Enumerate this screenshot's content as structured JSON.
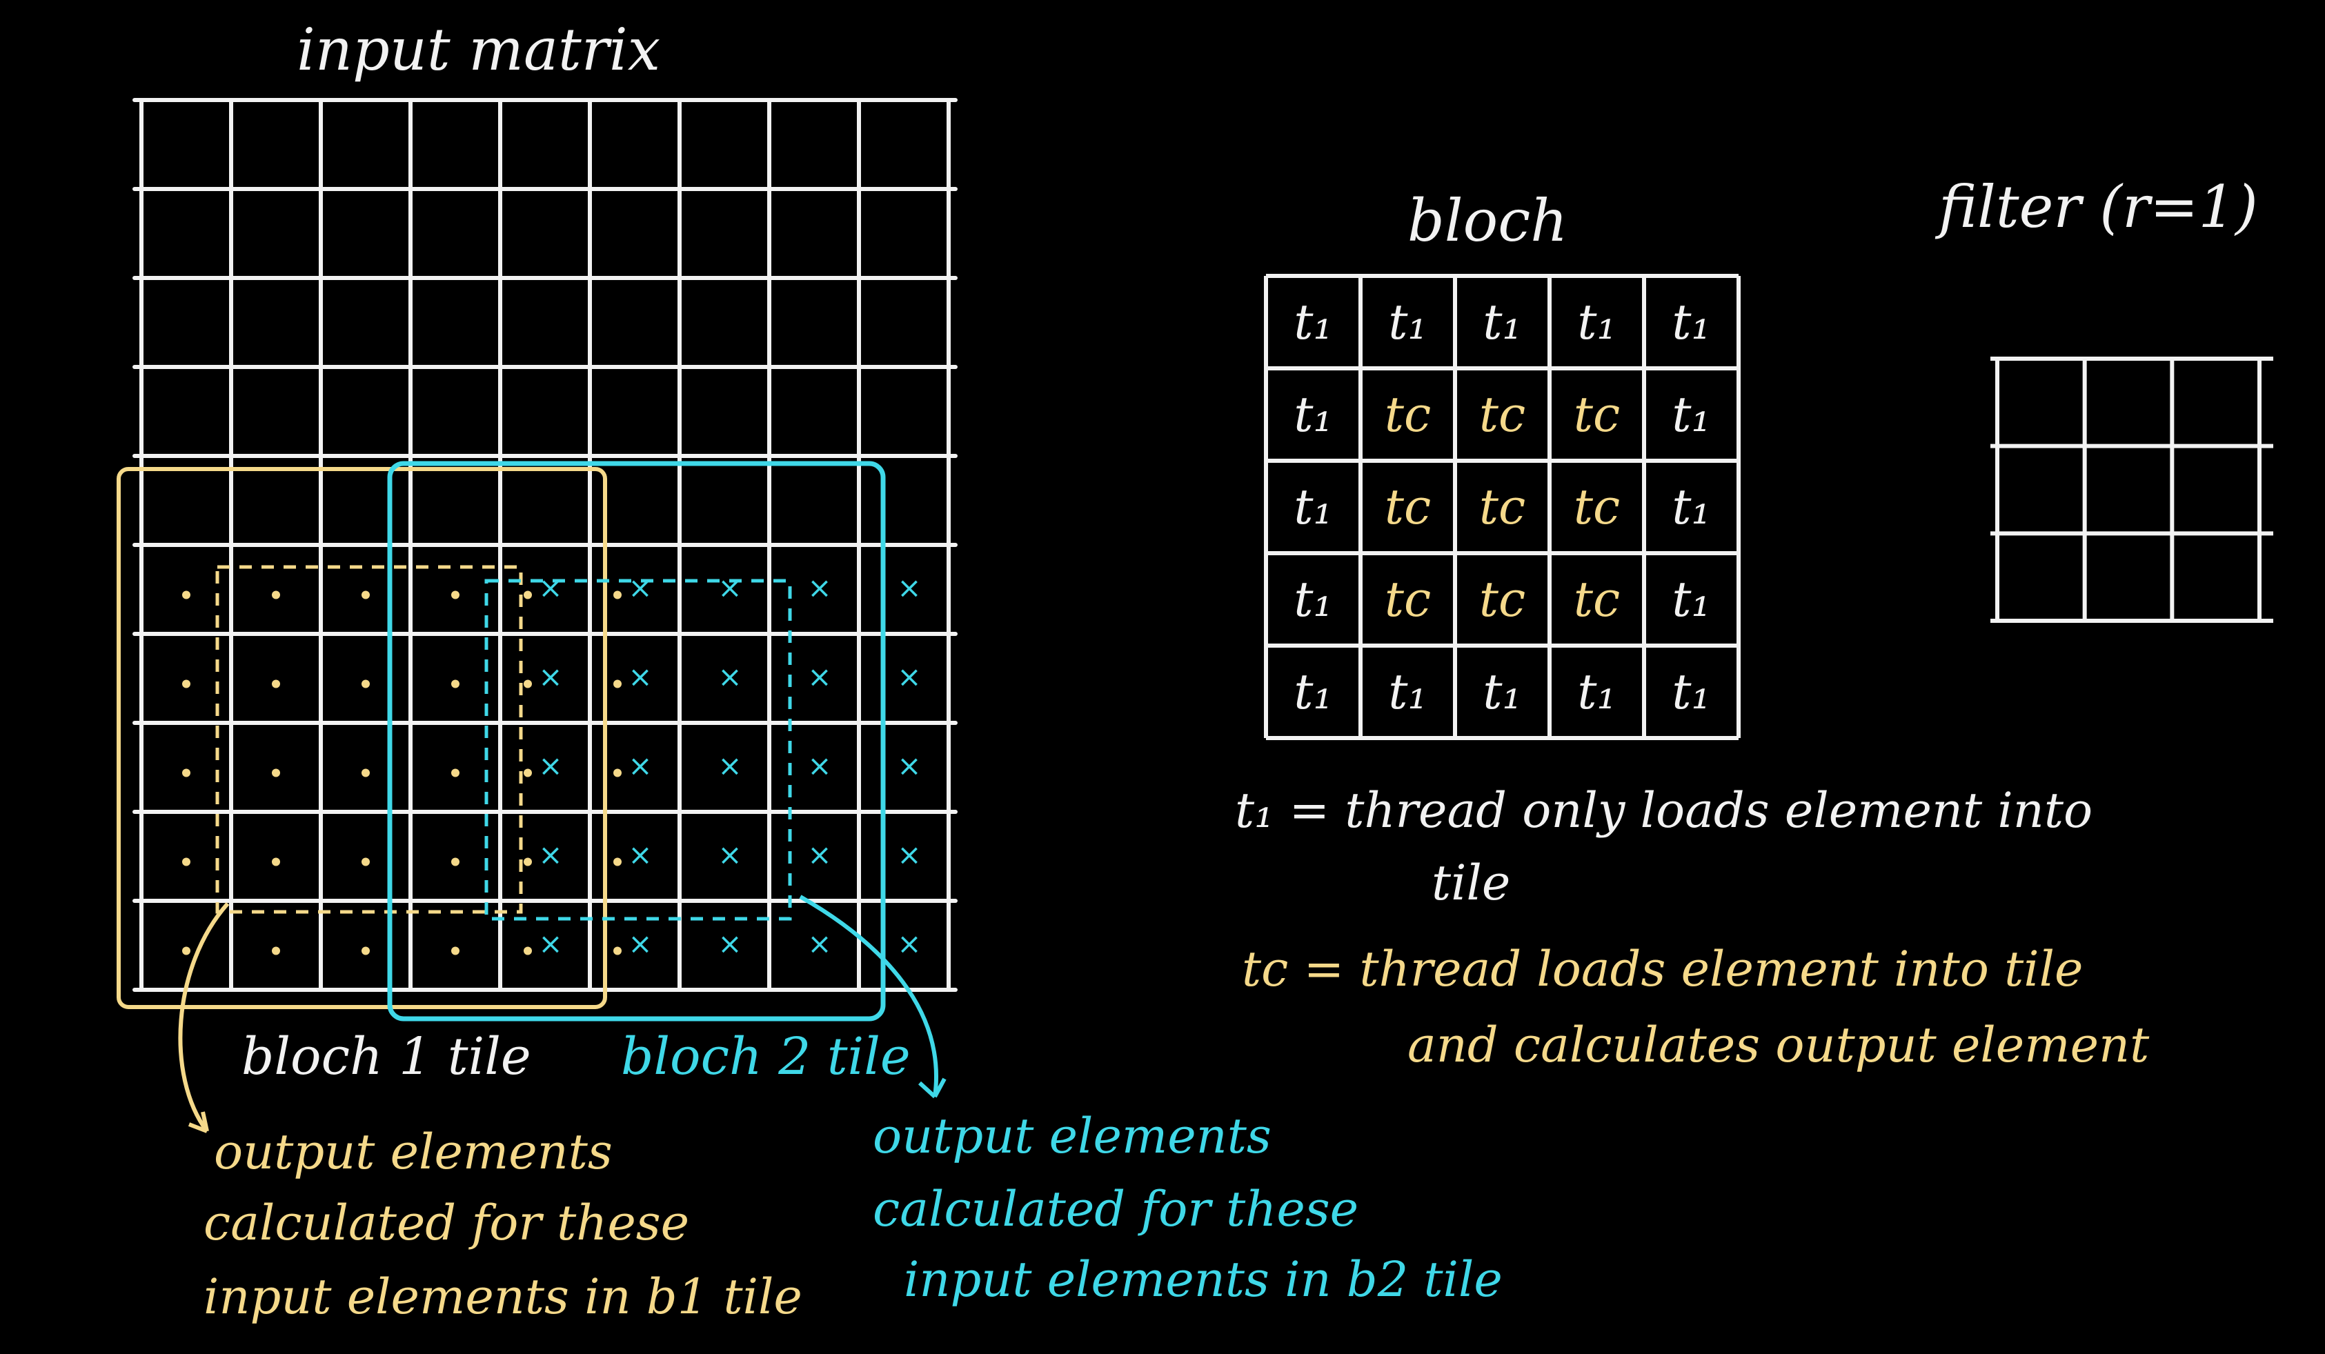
{
  "labels": {
    "input_matrix": "input matrix",
    "block": "bloch",
    "filter": "filter (r=1)",
    "block1_tile": "bloch 1 tile",
    "block2_tile": "bloch 2 tile",
    "b1_note": [
      "output elements",
      "calculated for these",
      "input elements in b1 tile"
    ],
    "b2_note": [
      "output elements",
      "calculated for these",
      "input elements in b2 tile"
    ],
    "legend_t1": [
      "t₁ = thread only loads element into",
      "tile"
    ],
    "legend_tc": [
      "tc = thread loads element into tile",
      "and calculates output element"
    ]
  },
  "block_grid": [
    [
      "t₁",
      "t₁",
      "t₁",
      "t₁",
      "t₁"
    ],
    [
      "t₁",
      "tc",
      "tc",
      "tc",
      "t₁"
    ],
    [
      "t₁",
      "tc",
      "tc",
      "tc",
      "t₁"
    ],
    [
      "t₁",
      "tc",
      "tc",
      "tc",
      "t₁"
    ],
    [
      "t₁",
      "t₁",
      "t₁",
      "t₁",
      "t₁"
    ]
  ],
  "colors": {
    "chalk_white": "#f2f2f2",
    "chalk_yellow": "#f5d98a",
    "chalk_cyan": "#3fd8e8",
    "board": "#000000"
  },
  "input_matrix": {
    "rows": 10,
    "cols": 9
  },
  "filter_grid": {
    "rows": 3,
    "cols": 3
  }
}
